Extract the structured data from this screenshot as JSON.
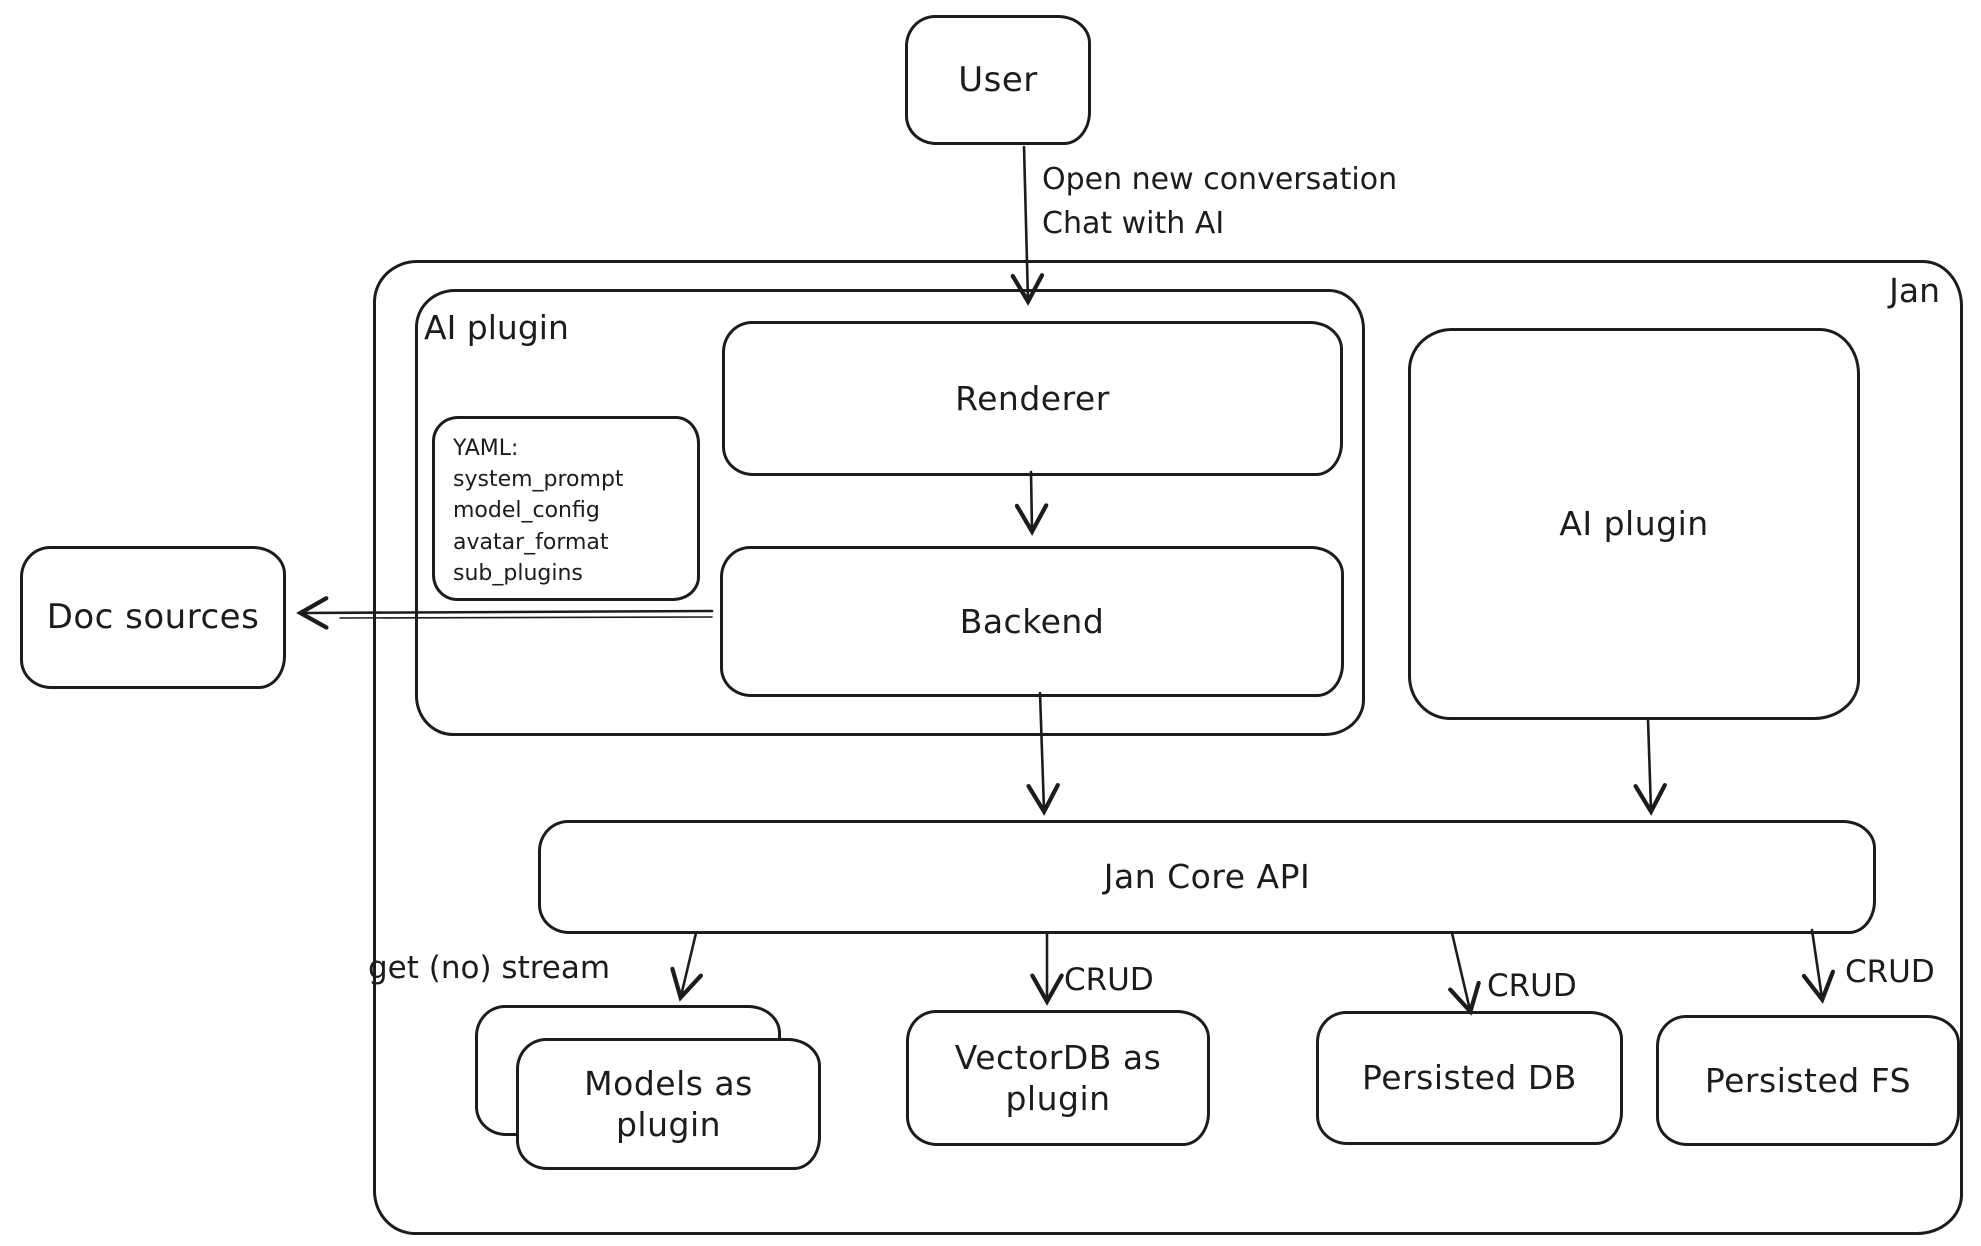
{
  "canvas": {
    "background": "#ffffff",
    "stroke_color": "#1c1c1c"
  },
  "nodes": {
    "user": {
      "label": "User"
    },
    "jan": {
      "label": "Jan"
    },
    "ai_plugin_group": {
      "label": "AI plugin"
    },
    "renderer": {
      "label": "Renderer"
    },
    "backend": {
      "label": "Backend"
    },
    "yaml_note": {
      "lines": [
        "YAML:",
        "system_prompt",
        "model_config",
        "avatar_format",
        "sub_plugins"
      ]
    },
    "ai_plugin": {
      "label": "AI plugin"
    },
    "doc_sources": {
      "label": "Doc sources"
    },
    "jan_core_api": {
      "label": "Jan Core API"
    },
    "models_as_plugin": {
      "label": "Models as plugin"
    },
    "vectordb_as_plugin": {
      "label": "VectorDB as plugin"
    },
    "persisted_db": {
      "label": "Persisted DB"
    },
    "persisted_fs": {
      "label": "Persisted FS"
    }
  },
  "edges": {
    "user_to_renderer": {
      "label_line1": "Open new conversation",
      "label_line2": "Chat with AI"
    },
    "api_to_models": {
      "label": "get (no) stream"
    },
    "api_to_vectordb": {
      "label": "CRUD"
    },
    "api_to_persisted_db": {
      "label": "CRUD"
    },
    "api_to_persisted_fs": {
      "label": "CRUD"
    }
  }
}
